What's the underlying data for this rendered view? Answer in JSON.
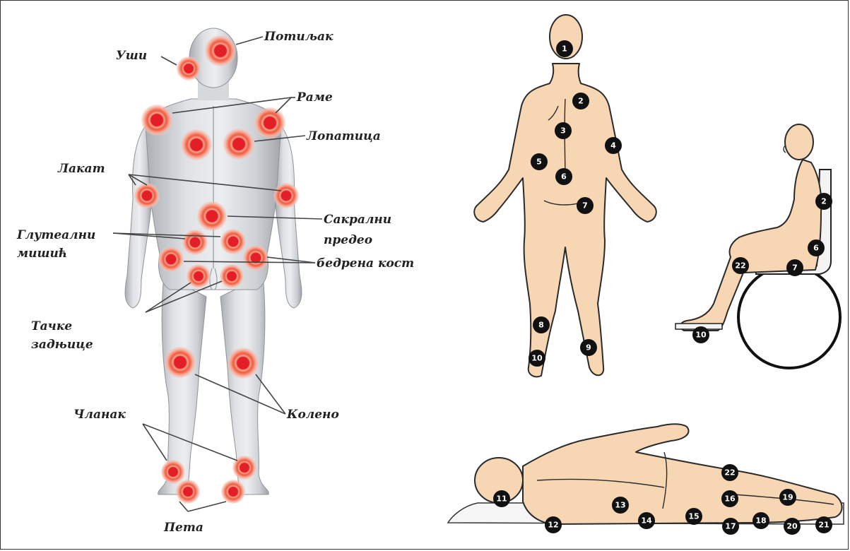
{
  "colors": {
    "pressure_spot": "#e41e26",
    "marker": "#111111",
    "skin": "#f7d6b4",
    "body_gray": "#cfd2d6"
  },
  "left_figure": {
    "labels": {
      "ears": "Уши",
      "occiput": "Потиљак",
      "shoulder": "Раме",
      "scapula": "Лопатица",
      "elbow": "Лакат",
      "sacral_1": "Сакрални",
      "sacral_2": "предео",
      "gluteal_1": "Глутеални",
      "gluteal_2": "мишић",
      "femur": "бедрена кост",
      "buttock_1": "Тачке",
      "buttock_2": "задњице",
      "knee": "Колено",
      "ankle": "Чланак",
      "heel": "Пета"
    }
  },
  "markers": {
    "standing": [
      "1",
      "2",
      "3",
      "4",
      "5",
      "6",
      "7",
      "8",
      "9",
      "10"
    ],
    "seated": [
      "2",
      "6",
      "7",
      "22",
      "10"
    ],
    "lying": [
      "11",
      "12",
      "13",
      "14",
      "15",
      "16",
      "17",
      "18",
      "19",
      "20",
      "21",
      "22"
    ]
  }
}
